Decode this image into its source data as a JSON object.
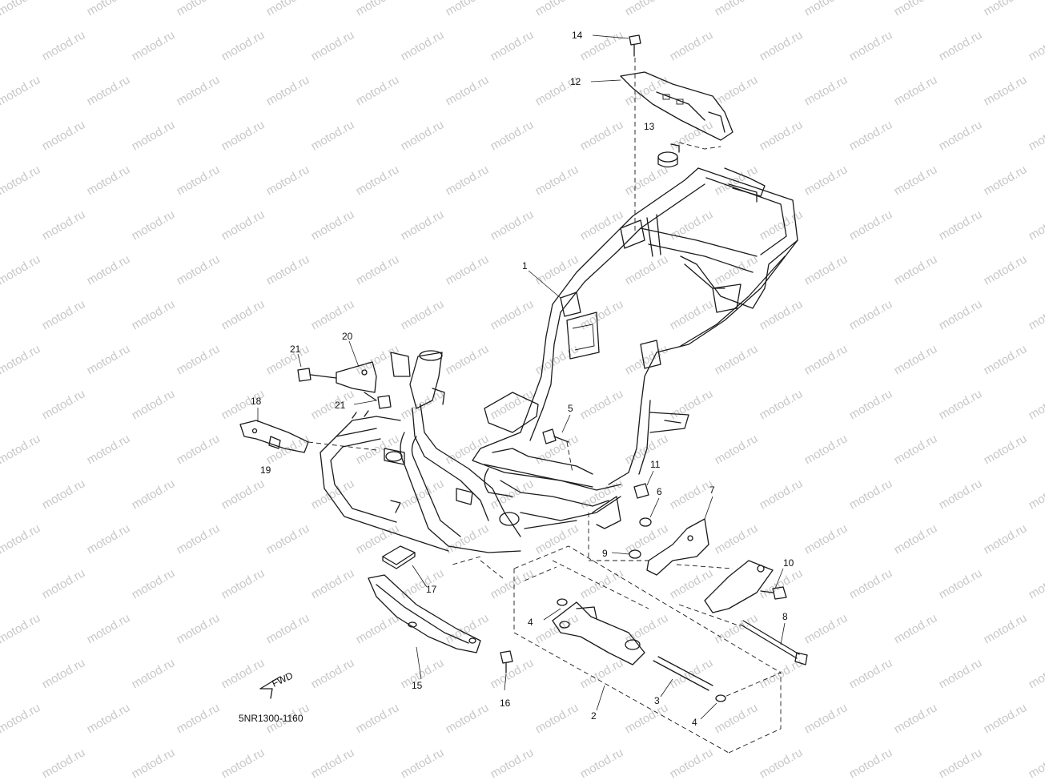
{
  "watermark": "motod.ru",
  "drawing_code": "5NR1300-1160",
  "fwd_label": "FWD",
  "callouts": [
    "1",
    "2",
    "3",
    "4",
    "4",
    "5",
    "6",
    "7",
    "8",
    "9",
    "10",
    "11",
    "12",
    "13",
    "14",
    "15",
    "16",
    "17",
    "18",
    "19",
    "20",
    "21",
    "21"
  ]
}
